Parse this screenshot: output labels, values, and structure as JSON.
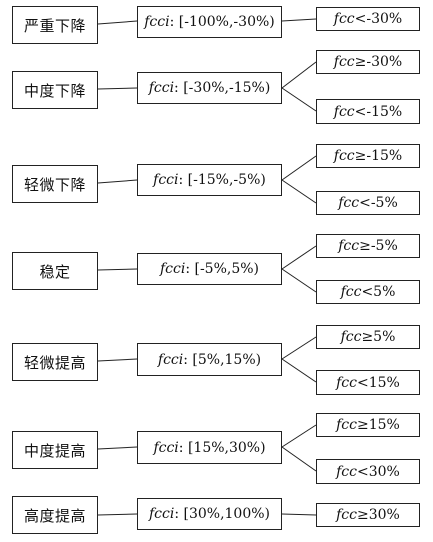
{
  "rows": [
    {
      "level": "严重下降",
      "range_var": "fcci",
      "range_text": ": [-100%,-30%)",
      "conditions": [
        {
          "var": "fcc",
          "text": "<-30%"
        }
      ]
    },
    {
      "level": "中度下降",
      "range_var": "fcci",
      "range_text": ": [-30%,-15%)",
      "conditions": [
        {
          "var": "fcc",
          "text": "≥-30%"
        },
        {
          "var": "fcc",
          "text": "<-15%"
        }
      ]
    },
    {
      "level": "轻微下降",
      "range_var": "fcci",
      "range_text": ": [-15%,-5%)",
      "conditions": [
        {
          "var": "fcc",
          "text": "≥-15%"
        },
        {
          "var": "fcc",
          "text": "<-5%"
        }
      ]
    },
    {
      "level": "稳定",
      "range_var": "fcci",
      "range_text": ": [-5%,5%)",
      "conditions": [
        {
          "var": "fcc",
          "text": "≥-5%"
        },
        {
          "var": "fcc",
          "text": "<5%"
        }
      ]
    },
    {
      "level": "轻微提高",
      "range_var": "fcci",
      "range_text": ": [5%,15%)",
      "conditions": [
        {
          "var": "fcc",
          "text": "≥5%"
        },
        {
          "var": "fcc",
          "text": "<15%"
        }
      ]
    },
    {
      "level": "中度提高",
      "range_var": "fcci",
      "range_text": ": [15%,30%)",
      "conditions": [
        {
          "var": "fcc",
          "text": "≥15%"
        },
        {
          "var": "fcc",
          "text": "<30%"
        }
      ]
    },
    {
      "level": "高度提高",
      "range_var": "fcci",
      "range_text": ": [30%,100%)",
      "conditions": [
        {
          "var": "fcc",
          "text": "≥30%"
        }
      ]
    }
  ]
}
